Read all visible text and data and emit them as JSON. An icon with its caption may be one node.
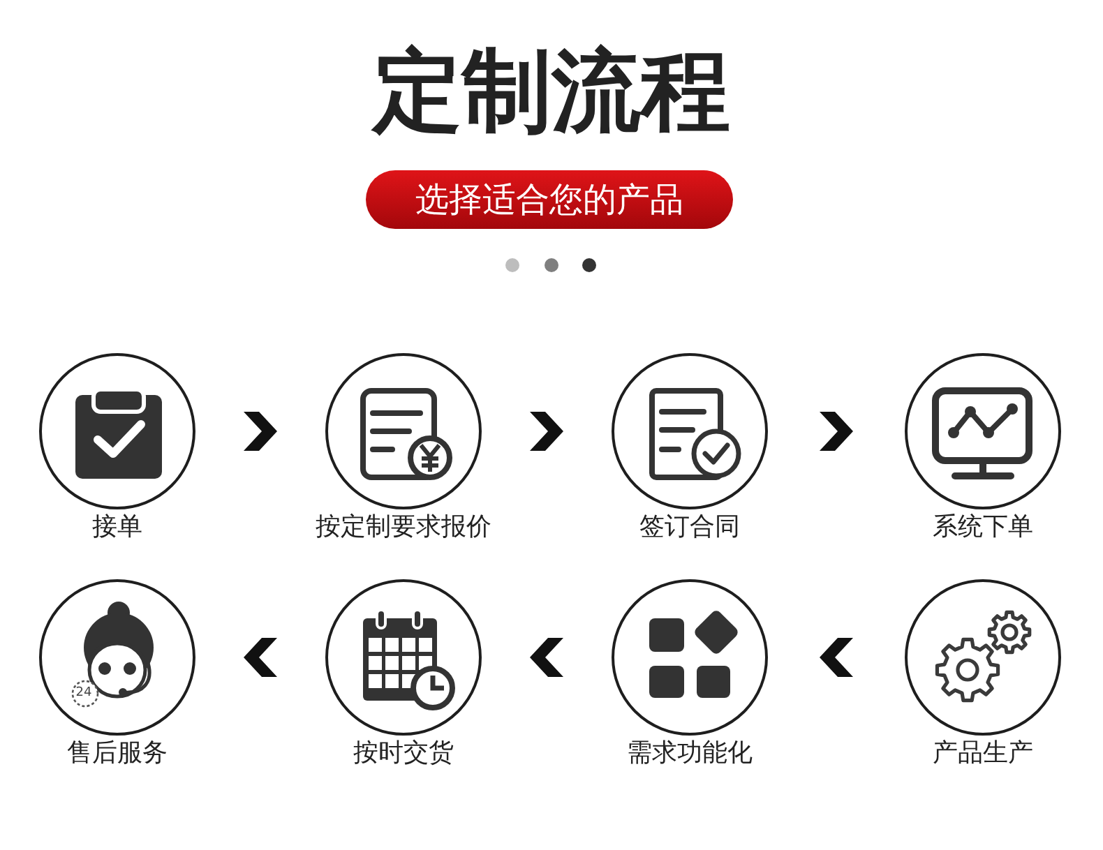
{
  "diagram": {
    "title": "定制流程",
    "nodes": [
      {
        "text": [
          "选择适合您的产品"
        ]
      },
      {
        "text": [
          "接单"
        ]
      },
      {
        "text": [
          "按定制要求报价"
        ]
      },
      {
        "text": [
          "签订合同"
        ]
      },
      {
        "text": [
          "系统下单"
        ]
      },
      {
        "text": [
          "售后服务"
        ]
      },
      {
        "text": [
          "按时交货"
        ]
      },
      {
        "text": [
          "需求功能化"
        ]
      },
      {
        "text": [
          "产品生产"
        ]
      }
    ],
    "edges": [
      {
        "from": 1,
        "to": 2,
        "arrow": "to"
      },
      {
        "from": 2,
        "to": 3,
        "arrow": "to"
      },
      {
        "from": 3,
        "to": 4,
        "arrow": "to"
      },
      {
        "from": 8,
        "to": 7,
        "arrow": "to"
      },
      {
        "from": 7,
        "to": 6,
        "arrow": "to"
      },
      {
        "from": 6,
        "to": 5,
        "arrow": "to"
      }
    ],
    "labels": [
      "24"
    ]
  }
}
